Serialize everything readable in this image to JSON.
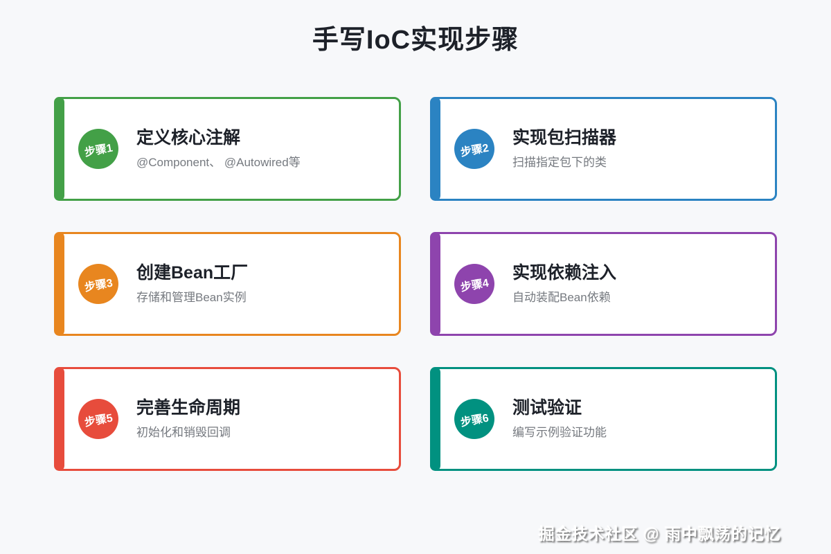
{
  "page": {
    "title": "手写IoC实现步骤",
    "watermark": "掘金技术社区 @ 雨中飘荡的记忆",
    "background_color": "#f7f8fa",
    "card_background": "#ffffff"
  },
  "steps": [
    {
      "badge": "步骤1",
      "title": "定义核心注解",
      "subtitle": "@Component、 @Autowired等",
      "color": "#43a047"
    },
    {
      "badge": "步骤2",
      "title": "实现包扫描器",
      "subtitle": "扫描指定包下的类",
      "color": "#2b83c2"
    },
    {
      "badge": "步骤3",
      "title": "创建Bean工厂",
      "subtitle": "存储和管理Bean实例",
      "color": "#e8861f"
    },
    {
      "badge": "步骤4",
      "title": "实现依赖注入",
      "subtitle": "自动装配Bean依赖",
      "color": "#8e44ad"
    },
    {
      "badge": "步骤5",
      "title": "完善生命周期",
      "subtitle": "初始化和销毁回调",
      "color": "#e74c3c"
    },
    {
      "badge": "步骤6",
      "title": "测试验证",
      "subtitle": "编写示例验证功能",
      "color": "#019180"
    }
  ]
}
